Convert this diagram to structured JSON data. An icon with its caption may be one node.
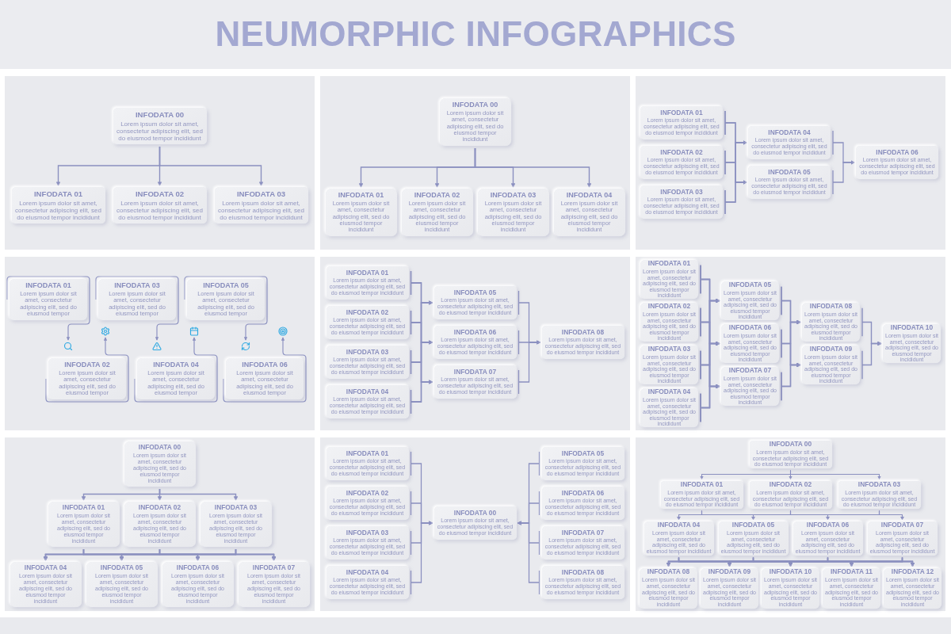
{
  "diagram": {
    "title": "NEUMORPHIC INFOGRAPHICS",
    "nodes": [
      {
        "text": [
          "INFODATA 00",
          "Lorem ipsum dolor sit amet, consectetur adipiscing elit, sed do eiusmod tempor incididunt"
        ]
      },
      {
        "text": [
          "INFODATA 01",
          "Lorem ipsum dolor sit amet, consectetur adipiscing elit, sed do eiusmod tempor incididunt"
        ]
      },
      {
        "text": [
          "INFODATA 02",
          "Lorem ipsum dolor sit amet, consectetur adipiscing elit, sed do eiusmod tempor incididunt"
        ]
      },
      {
        "text": [
          "INFODATA 03",
          "Lorem ipsum dolor sit amet, consectetur adipiscing elit, sed do eiusmod tempor incididunt"
        ]
      },
      {
        "text": [
          "INFODATA 00",
          "Lorem ipsum dolor sit amet, consectetur adipiscing elit, sed do eiusmod tempor incididunt"
        ]
      },
      {
        "text": [
          "INFODATA 01",
          "Lorem ipsum dolor sit amet, consectetur adipiscing elit, sed do eiusmod tempor incididunt"
        ]
      },
      {
        "text": [
          "INFODATA 02",
          "Lorem ipsum dolor sit amet, consectetur adipiscing elit, sed do eiusmod tempor incididunt"
        ]
      },
      {
        "text": [
          "INFODATA 03",
          "Lorem ipsum dolor sit amet, consectetur adipiscing elit, sed do eiusmod tempor incididunt"
        ]
      },
      {
        "text": [
          "INFODATA 04",
          "Lorem ipsum dolor sit amet, consectetur adipiscing elit, sed do eiusmod tempor incididunt"
        ]
      },
      {
        "text": [
          "INFODATA 01",
          "Lorem ipsum dolor sit amet, consectetur adipiscing elit, sed do eiusmod tempor incididunt"
        ]
      },
      {
        "text": [
          "INFODATA 02",
          "Lorem ipsum dolor sit amet, consectetur adipiscing elit, sed do eiusmod tempor incididunt"
        ]
      },
      {
        "text": [
          "INFODATA 03",
          "Lorem ipsum dolor sit amet, consectetur adipiscing elit, sed do eiusmod tempor incididunt"
        ]
      },
      {
        "text": [
          "INFODATA 04",
          "Lorem ipsum dolor sit amet, consectetur adipiscing elit, sed do eiusmod tempor incididunt"
        ]
      },
      {
        "text": [
          "INFODATA 05",
          "Lorem ipsum dolor sit amet, consectetur adipiscing elit, sed do eiusmod tempor incididunt"
        ]
      },
      {
        "text": [
          "INFODATA 06",
          "Lorem ipsum dolor sit amet, consectetur adipiscing elit, sed do eiusmod tempor incididunt"
        ]
      },
      {
        "text": [
          "INFODATA 01",
          "Lorem ipsum dolor sit amet, consectetur adipiscing elit, sed do eiusmod tempor"
        ]
      },
      {
        "text": [],
        "shape": "magnifier"
      },
      {
        "text": [
          "INFODATA 02",
          "Lorem ipsum dolor sit amet, consectetur adipiscing elit, sed do eiusmod tempor"
        ]
      },
      {
        "text": [],
        "shape": "gear"
      },
      {
        "text": [
          "INFODATA 03",
          "Lorem ipsum dolor sit amet, consectetur adipiscing elit, sed do eiusmod tempor"
        ]
      },
      {
        "text": [],
        "shape": "warning"
      },
      {
        "text": [
          "INFODATA 04",
          "Lorem ipsum dolor sit amet, consectetur adipiscing elit, sed do eiusmod tempor"
        ]
      },
      {
        "text": [],
        "shape": "calendar"
      },
      {
        "text": [
          "INFODATA 05",
          "Lorem ipsum dolor sit amet, consectetur adipiscing elit, sed do eiusmod tempor"
        ]
      },
      {
        "text": [],
        "shape": "refresh"
      },
      {
        "text": [
          "INFODATA 06",
          "Lorem ipsum dolor sit amet, consectetur adipiscing elit, sed do eiusmod tempor"
        ]
      },
      {
        "text": [],
        "shape": "target"
      },
      {
        "text": [
          "INFODATA 01",
          "Lorem ipsum dolor sit amet, consectetur adipiscing elit, sed do eiusmod tempor incididunt"
        ]
      },
      {
        "text": [
          "INFODATA 02",
          "Lorem ipsum dolor sit amet, consectetur adipiscing elit, sed do eiusmod tempor incididunt"
        ]
      },
      {
        "text": [
          "INFODATA 03",
          "Lorem ipsum dolor sit amet, consectetur adipiscing elit, sed do eiusmod tempor incididunt"
        ]
      },
      {
        "text": [
          "INFODATA 04",
          "Lorem ipsum dolor sit amet, consectetur adipiscing elit, sed do eiusmod tempor incididunt"
        ]
      },
      {
        "text": [
          "INFODATA 05",
          "Lorem ipsum dolor sit amet, consectetur adipiscing elit, sed do eiusmod tempor incididunt"
        ]
      },
      {
        "text": [
          "INFODATA 06",
          "Lorem ipsum dolor sit amet, consectetur adipiscing elit, sed do eiusmod tempor incididunt"
        ]
      },
      {
        "text": [
          "INFODATA 07",
          "Lorem ipsum dolor sit amet, consectetur adipiscing elit, sed do eiusmod tempor incididunt"
        ]
      },
      {
        "text": [
          "INFODATA 08",
          "Lorem ipsum dolor sit amet, consectetur adipiscing elit, sed do eiusmod tempor incididunt"
        ]
      },
      {
        "text": [
          "INFODATA 01",
          "Lorem ipsum dolor sit amet, consectetur adipiscing elit, sed do eiusmod tempor incididunt"
        ]
      },
      {
        "text": [
          "INFODATA 02",
          "Lorem ipsum dolor sit amet, consectetur adipiscing elit, sed do eiusmod tempor incididunt"
        ]
      },
      {
        "text": [
          "INFODATA 03",
          "Lorem ipsum dolor sit amet, consectetur adipiscing elit, sed do eiusmod tempor incididunt"
        ]
      },
      {
        "text": [
          "INFODATA 04",
          "Lorem ipsum dolor sit amet, consectetur adipiscing elit, sed do eiusmod tempor incididunt"
        ]
      },
      {
        "text": [
          "INFODATA 05",
          "Lorem ipsum dolor sit amet, consectetur adipiscing elit, sed do eiusmod tempor incididunt"
        ]
      },
      {
        "text": [
          "INFODATA 06",
          "Lorem ipsum dolor sit amet, consectetur adipiscing elit, sed do eiusmod tempor incididunt"
        ]
      },
      {
        "text": [
          "INFODATA 07",
          "Lorem ipsum dolor sit amet, consectetur adipiscing elit, sed do eiusmod tempor incididunt"
        ]
      },
      {
        "text": [
          "INFODATA 08",
          "Lorem ipsum dolor sit amet, consectetur adipiscing elit, sed do eiusmod tempor incididunt"
        ]
      },
      {
        "text": [
          "INFODATA 09",
          "Lorem ipsum dolor sit amet, consectetur adipiscing elit, sed do eiusmod tempor incididunt"
        ]
      },
      {
        "text": [
          "INFODATA 10",
          "Lorem ipsum dolor sit amet, consectetur adipiscing elit, sed do eiusmod tempor incididunt"
        ]
      },
      {
        "text": [
          "INFODATA 00",
          "Lorem ipsum dolor sit amet, consectetur adipiscing elit, sed do eiusmod tempor incididunt"
        ]
      },
      {
        "text": [
          "INFODATA 01",
          "Lorem ipsum dolor sit amet, consectetur adipiscing elit, sed do eiusmod tempor incididunt"
        ]
      },
      {
        "text": [
          "INFODATA 02",
          "Lorem ipsum dolor sit amet, consectetur adipiscing elit, sed do eiusmod tempor incididunt"
        ]
      },
      {
        "text": [
          "INFODATA 03",
          "Lorem ipsum dolor sit amet, consectetur adipiscing elit, sed do eiusmod tempor incididunt"
        ]
      },
      {
        "text": [
          "INFODATA 04",
          "Lorem ipsum dolor sit amet, consectetur adipiscing elit, sed do eiusmod tempor incididunt"
        ]
      },
      {
        "text": [
          "INFODATA 05",
          "Lorem ipsum dolor sit amet, consectetur adipiscing elit, sed do eiusmod tempor incididunt"
        ]
      },
      {
        "text": [
          "INFODATA 06",
          "Lorem ipsum dolor sit amet, consectetur adipiscing elit, sed do eiusmod tempor incididunt"
        ]
      },
      {
        "text": [
          "INFODATA 07",
          "Lorem ipsum dolor sit amet, consectetur adipiscing elit, sed do eiusmod tempor incididunt"
        ]
      },
      {
        "text": [
          "INFODATA 01",
          "Lorem ipsum dolor sit amet, consectetur adipiscing elit, sed do eiusmod tempor incididunt"
        ]
      },
      {
        "text": [
          "INFODATA 02",
          "Lorem ipsum dolor sit amet, consectetur adipiscing elit, sed do eiusmod tempor incididunt"
        ]
      },
      {
        "text": [
          "INFODATA 03",
          "Lorem ipsum dolor sit amet, consectetur adipiscing elit, sed do eiusmod tempor incididunt"
        ]
      },
      {
        "text": [
          "INFODATA 04",
          "Lorem ipsum dolor sit amet, consectetur adipiscing elit, sed do eiusmod tempor incididunt"
        ]
      },
      {
        "text": [
          "INFODATA 00",
          "Lorem ipsum dolor sit amet, consectetur adipiscing elit, sed do eiusmod tempor incididunt"
        ]
      },
      {
        "text": [
          "INFODATA 05",
          "Lorem ipsum dolor sit amet, consectetur adipiscing elit, sed do eiusmod tempor incididunt"
        ]
      },
      {
        "text": [
          "INFODATA 06",
          "Lorem ipsum dolor sit amet, consectetur adipiscing elit, sed do eiusmod tempor incididunt"
        ]
      },
      {
        "text": [
          "INFODATA 07",
          "Lorem ipsum dolor sit amet, consectetur adipiscing elit, sed do eiusmod tempor incididunt"
        ]
      },
      {
        "text": [
          "INFODATA 08",
          "Lorem ipsum dolor sit amet, consectetur adipiscing elit, sed do eiusmod tempor incididunt"
        ]
      },
      {
        "text": [
          "INFODATA 00",
          "Lorem ipsum dolor sit amet, consectetur adipiscing elit, sed do eiusmod tempor incididunt"
        ]
      },
      {
        "text": [
          "INFODATA 01",
          "Lorem ipsum dolor sit amet, consectetur adipiscing elit, sed do eiusmod tempor incididunt"
        ]
      },
      {
        "text": [
          "INFODATA 02",
          "Lorem ipsum dolor sit amet, consectetur adipiscing elit, sed do eiusmod tempor incididunt"
        ]
      },
      {
        "text": [
          "INFODATA 03",
          "Lorem ipsum dolor sit amet, consectetur adipiscing elit, sed do eiusmod tempor incididunt"
        ]
      },
      {
        "text": [
          "INFODATA 04",
          "Lorem ipsum dolor sit amet, consectetur adipiscing elit, sed do eiusmod tempor incididunt"
        ]
      },
      {
        "text": [
          "INFODATA 05",
          "Lorem ipsum dolor sit amet, consectetur adipiscing elit, sed do eiusmod tempor incididunt"
        ]
      },
      {
        "text": [
          "INFODATA 06",
          "Lorem ipsum dolor sit amet, consectetur adipiscing elit, sed do eiusmod tempor incididunt"
        ]
      },
      {
        "text": [
          "INFODATA 07",
          "Lorem ipsum dolor sit amet, consectetur adipiscing elit, sed do eiusmod tempor incididunt"
        ]
      },
      {
        "text": [
          "INFODATA 08",
          "Lorem ipsum dolor sit amet, consectetur adipiscing elit, sed do eiusmod tempor incididunt"
        ]
      },
      {
        "text": [
          "INFODATA 09",
          "Lorem ipsum dolor sit amet, consectetur adipiscing elit, sed do eiusmod tempor incididunt"
        ]
      },
      {
        "text": [
          "INFODATA 10",
          "Lorem ipsum dolor sit amet, consectetur adipiscing elit, sed do eiusmod tempor incididunt"
        ]
      },
      {
        "text": [
          "INFODATA 11",
          "Lorem ipsum dolor sit amet, consectetur adipiscing elit, sed do eiusmod tempor incididunt"
        ]
      },
      {
        "text": [
          "INFODATA 12",
          "Lorem ipsum dolor sit amet, consectetur adipiscing elit, sed do eiusmod tempor incididunt"
        ]
      }
    ],
    "edges": [
      {
        "from": 0,
        "to": 1,
        "arrow": "to"
      },
      {
        "from": 0,
        "to": 2,
        "arrow": "to"
      },
      {
        "from": 0,
        "to": 3,
        "arrow": "to"
      },
      {
        "from": 4,
        "to": 5,
        "arrow": "to"
      },
      {
        "from": 4,
        "to": 6,
        "arrow": "to"
      },
      {
        "from": 4,
        "to": 7,
        "arrow": "to"
      },
      {
        "from": 4,
        "to": 8,
        "arrow": "to"
      },
      {
        "from": 9,
        "to": 12,
        "arrow": "to"
      },
      {
        "from": 9,
        "to": 13,
        "arrow": "to"
      },
      {
        "from": 10,
        "to": 12,
        "arrow": "to"
      },
      {
        "from": 10,
        "to": 13,
        "arrow": "to"
      },
      {
        "from": 11,
        "to": 12,
        "arrow": "to"
      },
      {
        "from": 11,
        "to": 13,
        "arrow": "to"
      },
      {
        "from": 12,
        "to": 14,
        "arrow": "to"
      },
      {
        "from": 13,
        "to": 14,
        "arrow": "to"
      },
      {
        "from": 15,
        "to": 16,
        "arrow": "to"
      },
      {
        "from": 17,
        "to": 18,
        "arrow": "to"
      },
      {
        "from": 19,
        "to": 20,
        "arrow": "to"
      },
      {
        "from": 21,
        "to": 22,
        "arrow": "to"
      },
      {
        "from": 23,
        "to": 24,
        "arrow": "to"
      },
      {
        "from": 25,
        "to": 26,
        "arrow": "to"
      },
      {
        "from": 27,
        "to": 31,
        "arrow": "to"
      },
      {
        "from": 27,
        "to": 32,
        "arrow": "to"
      },
      {
        "from": 27,
        "to": 33,
        "arrow": "to"
      },
      {
        "from": 28,
        "to": 31,
        "arrow": "to"
      },
      {
        "from": 28,
        "to": 32,
        "arrow": "to"
      },
      {
        "from": 28,
        "to": 33,
        "arrow": "to"
      },
      {
        "from": 29,
        "to": 31,
        "arrow": "to"
      },
      {
        "from": 29,
        "to": 32,
        "arrow": "to"
      },
      {
        "from": 29,
        "to": 33,
        "arrow": "to"
      },
      {
        "from": 30,
        "to": 31,
        "arrow": "to"
      },
      {
        "from": 30,
        "to": 32,
        "arrow": "to"
      },
      {
        "from": 30,
        "to": 33,
        "arrow": "to"
      },
      {
        "from": 31,
        "to": 34,
        "arrow": "to"
      },
      {
        "from": 32,
        "to": 34,
        "arrow": "to"
      },
      {
        "from": 33,
        "to": 34,
        "arrow": "to"
      },
      {
        "from": 35,
        "to": 39,
        "arrow": "to"
      },
      {
        "from": 35,
        "to": 40,
        "arrow": "to"
      },
      {
        "from": 35,
        "to": 41,
        "arrow": "to"
      },
      {
        "from": 36,
        "to": 39,
        "arrow": "to"
      },
      {
        "from": 36,
        "to": 40,
        "arrow": "to"
      },
      {
        "from": 36,
        "to": 41,
        "arrow": "to"
      },
      {
        "from": 37,
        "to": 39,
        "arrow": "to"
      },
      {
        "from": 37,
        "to": 40,
        "arrow": "to"
      },
      {
        "from": 37,
        "to": 41,
        "arrow": "to"
      },
      {
        "from": 38,
        "to": 39,
        "arrow": "to"
      },
      {
        "from": 38,
        "to": 40,
        "arrow": "to"
      },
      {
        "from": 38,
        "to": 41,
        "arrow": "to"
      },
      {
        "from": 39,
        "to": 42,
        "arrow": "to"
      },
      {
        "from": 39,
        "to": 43,
        "arrow": "to"
      },
      {
        "from": 40,
        "to": 42,
        "arrow": "to"
      },
      {
        "from": 40,
        "to": 43,
        "arrow": "to"
      },
      {
        "from": 41,
        "to": 42,
        "arrow": "to"
      },
      {
        "from": 41,
        "to": 43,
        "arrow": "to"
      },
      {
        "from": 42,
        "to": 44,
        "arrow": "to"
      },
      {
        "from": 43,
        "to": 44,
        "arrow": "to"
      },
      {
        "from": 45,
        "to": 46,
        "arrow": "to"
      },
      {
        "from": 45,
        "to": 47,
        "arrow": "to"
      },
      {
        "from": 45,
        "to": 48,
        "arrow": "to"
      },
      {
        "from": 46,
        "to": 49,
        "arrow": "to"
      },
      {
        "from": 46,
        "to": 50,
        "arrow": "to"
      },
      {
        "from": 46,
        "to": 51,
        "arrow": "to"
      },
      {
        "from": 46,
        "to": 52,
        "arrow": "to"
      },
      {
        "from": 47,
        "to": 49,
        "arrow": "to"
      },
      {
        "from": 47,
        "to": 50,
        "arrow": "to"
      },
      {
        "from": 47,
        "to": 51,
        "arrow": "to"
      },
      {
        "from": 47,
        "to": 52,
        "arrow": "to"
      },
      {
        "from": 48,
        "to": 49,
        "arrow": "to"
      },
      {
        "from": 48,
        "to": 50,
        "arrow": "to"
      },
      {
        "from": 48,
        "to": 51,
        "arrow": "to"
      },
      {
        "from": 48,
        "to": 52,
        "arrow": "to"
      },
      {
        "from": 53,
        "to": 57,
        "arrow": "to"
      },
      {
        "from": 54,
        "to": 57,
        "arrow": "to"
      },
      {
        "from": 55,
        "to": 57,
        "arrow": "to"
      },
      {
        "from": 56,
        "to": 57,
        "arrow": "to"
      },
      {
        "from": 58,
        "to": 57,
        "arrow": "to"
      },
      {
        "from": 59,
        "to": 57,
        "arrow": "to"
      },
      {
        "from": 60,
        "to": 57,
        "arrow": "to"
      },
      {
        "from": 61,
        "to": 57,
        "arrow": "to"
      },
      {
        "from": 62,
        "to": 63,
        "arrow": "to"
      },
      {
        "from": 62,
        "to": 64,
        "arrow": "to"
      },
      {
        "from": 62,
        "to": 65,
        "arrow": "to"
      },
      {
        "from": 63,
        "to": 66,
        "arrow": "to"
      },
      {
        "from": 63,
        "to": 67,
        "arrow": "to"
      },
      {
        "from": 63,
        "to": 68,
        "arrow": "to"
      },
      {
        "from": 63,
        "to": 69,
        "arrow": "to"
      },
      {
        "from": 64,
        "to": 66,
        "arrow": "to"
      },
      {
        "from": 64,
        "to": 67,
        "arrow": "to"
      },
      {
        "from": 64,
        "to": 68,
        "arrow": "to"
      },
      {
        "from": 64,
        "to": 69,
        "arrow": "to"
      },
      {
        "from": 65,
        "to": 66,
        "arrow": "to"
      },
      {
        "from": 65,
        "to": 67,
        "arrow": "to"
      },
      {
        "from": 65,
        "to": 68,
        "arrow": "to"
      },
      {
        "from": 65,
        "to": 69,
        "arrow": "to"
      },
      {
        "from": 66,
        "to": 70,
        "arrow": "to"
      },
      {
        "from": 66,
        "to": 71,
        "arrow": "to"
      },
      {
        "from": 66,
        "to": 72,
        "arrow": "to"
      },
      {
        "from": 66,
        "to": 73,
        "arrow": "to"
      },
      {
        "from": 66,
        "to": 74,
        "arrow": "to"
      },
      {
        "from": 67,
        "to": 70,
        "arrow": "to"
      },
      {
        "from": 67,
        "to": 71,
        "arrow": "to"
      },
      {
        "from": 67,
        "to": 72,
        "arrow": "to"
      },
      {
        "from": 67,
        "to": 73,
        "arrow": "to"
      },
      {
        "from": 67,
        "to": 74,
        "arrow": "to"
      },
      {
        "from": 68,
        "to": 70,
        "arrow": "to"
      },
      {
        "from": 68,
        "to": 71,
        "arrow": "to"
      },
      {
        "from": 68,
        "to": 72,
        "arrow": "to"
      },
      {
        "from": 68,
        "to": 73,
        "arrow": "to"
      },
      {
        "from": 68,
        "to": 74,
        "arrow": "to"
      },
      {
        "from": 69,
        "to": 70,
        "arrow": "to"
      },
      {
        "from": 69,
        "to": 71,
        "arrow": "to"
      },
      {
        "from": 69,
        "to": 72,
        "arrow": "to"
      },
      {
        "from": 69,
        "to": 73,
        "arrow": "to"
      },
      {
        "from": 69,
        "to": 74,
        "arrow": "to"
      }
    ]
  }
}
